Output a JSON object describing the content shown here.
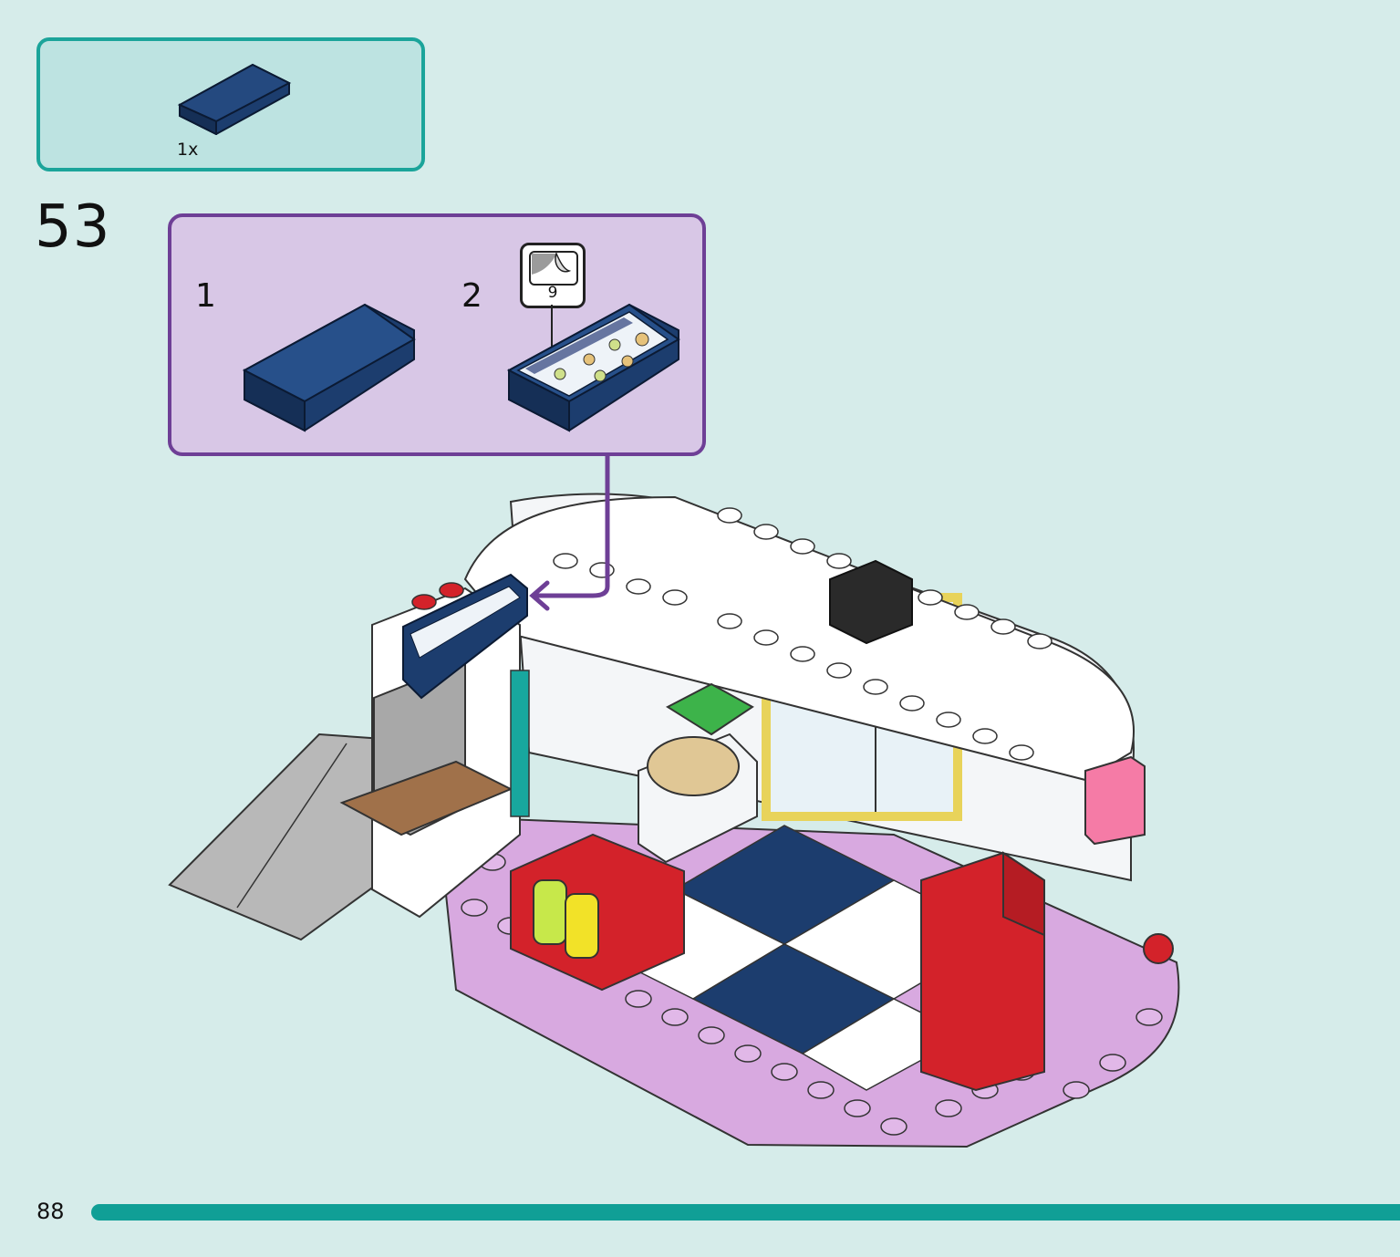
{
  "parts_list": {
    "items": [
      {
        "quantity": "1x",
        "part": "curved-slope-brick",
        "color": "#1c3d6e"
      }
    ]
  },
  "step": {
    "number": "53",
    "substeps": [
      {
        "number": "1",
        "part": "curved-slope-brick",
        "color": "#1c3d6e"
      },
      {
        "number": "2",
        "part": "curved-slope-brick-with-menu-sticker",
        "color": "#1c3d6e",
        "sticker_number": "9"
      }
    ]
  },
  "footer": {
    "page_number": "88",
    "accent_color": "#109f96"
  },
  "colors": {
    "background": "#d6ecea",
    "parts_box_border": "#1ba49a",
    "substep_box_border": "#6e3f96",
    "substep_box_fill": "#d8c7e6"
  }
}
